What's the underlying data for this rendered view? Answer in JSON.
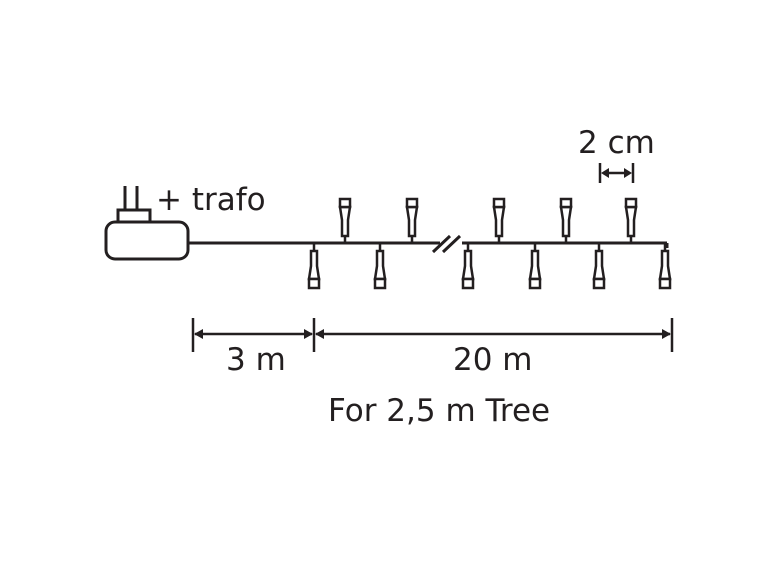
{
  "diagram": {
    "plug_label": "+ trafo",
    "spacing_label": "2 cm",
    "lead_length_label": "3 m",
    "lit_length_label": "20 m",
    "caption": "For 2,5 m Tree"
  },
  "colors": {
    "line": "#231f20",
    "text": "#231f20",
    "background": "#ffffff"
  },
  "bulbs_up_x": [
    345,
    412,
    499,
    566,
    631
  ],
  "bulbs_down_x": [
    314,
    380,
    468,
    535,
    599,
    665
  ]
}
